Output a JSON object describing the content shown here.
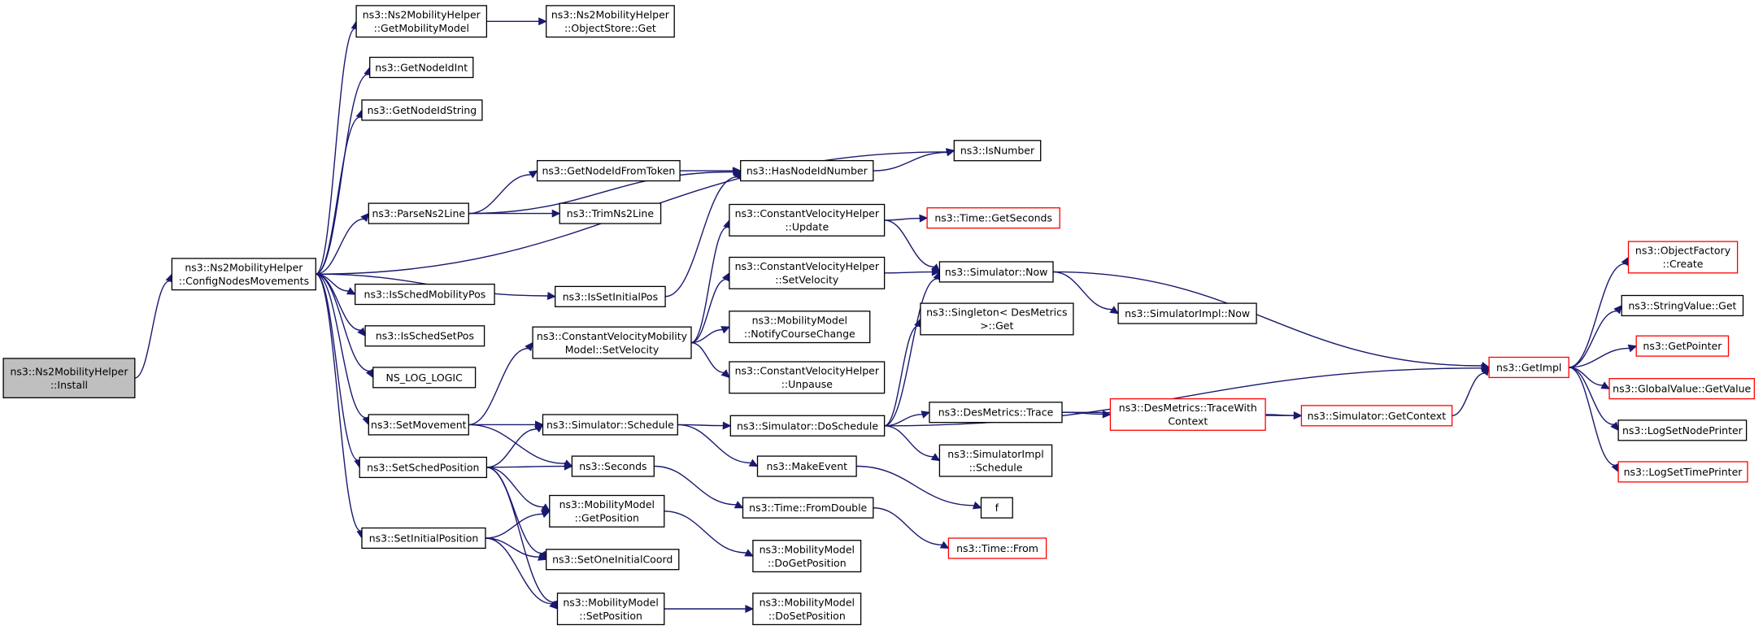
{
  "colors": {
    "edge": "#191970",
    "node_border": "#000000",
    "node_border_truncated": "#ff0000",
    "root_fill": "#bfbfbf",
    "node_fill": "#ffffff"
  },
  "nodes": {
    "install": {
      "lines": [
        "ns3::Ns2MobilityHelper",
        "::Install"
      ],
      "root": true
    },
    "confignodes": {
      "lines": [
        "ns3::Ns2MobilityHelper",
        "::ConfigNodesMovements"
      ]
    },
    "getmobilitymodel": {
      "lines": [
        "ns3::Ns2MobilityHelper",
        "::GetMobilityModel"
      ]
    },
    "objectstoreget": {
      "lines": [
        "ns3::Ns2MobilityHelper",
        "::ObjectStore::Get"
      ]
    },
    "getnodeidint": {
      "lines": [
        "ns3::GetNodeIdInt"
      ]
    },
    "getnodeidstring": {
      "lines": [
        "ns3::GetNodeIdString"
      ]
    },
    "isnumber": {
      "lines": [
        "ns3::IsNumber"
      ]
    },
    "getnodeidfromtoken": {
      "lines": [
        "ns3::GetNodeIdFromToken"
      ]
    },
    "hasnodeidnumber": {
      "lines": [
        "ns3::HasNodeIdNumber"
      ]
    },
    "parsens2line": {
      "lines": [
        "ns3::ParseNs2Line"
      ]
    },
    "trimns2line": {
      "lines": [
        "ns3::TrimNs2Line"
      ]
    },
    "cvhupdate": {
      "lines": [
        "ns3::ConstantVelocityHelper",
        "::Update"
      ]
    },
    "timegetseconds": {
      "lines": [
        "ns3::Time::GetSeconds"
      ],
      "truncated": true
    },
    "cvhsetvelocity": {
      "lines": [
        "ns3::ConstantVelocityHelper",
        "::SetVelocity"
      ]
    },
    "simnow": {
      "lines": [
        "ns3::Simulator::Now"
      ]
    },
    "issetinitialpos": {
      "lines": [
        "ns3::IsSetInitialPos"
      ]
    },
    "isschedmobilitypos": {
      "lines": [
        "ns3::IsSchedMobilityPos"
      ]
    },
    "isschedsetpos": {
      "lines": [
        "ns3::IsSchedSetPos"
      ]
    },
    "nsloglogic": {
      "lines": [
        "NS_LOG_LOGIC"
      ]
    },
    "cvmmsetvelocity": {
      "lines": [
        "ns3::ConstantVelocityMobility",
        "Model::SetVelocity"
      ]
    },
    "mmnotify": {
      "lines": [
        "ns3::MobilityModel",
        "::NotifyCourseChange"
      ]
    },
    "cvhunpause": {
      "lines": [
        "ns3::ConstantVelocityHelper",
        "::Unpause"
      ]
    },
    "simimplnow": {
      "lines": [
        "ns3::SimulatorImpl::Now"
      ]
    },
    "singletonget": {
      "lines": [
        "ns3::Singleton< DesMetrics",
        ">::Get"
      ]
    },
    "objectfactorycreate": {
      "lines": [
        "ns3::ObjectFactory",
        "::Create"
      ],
      "truncated": true
    },
    "stringvalueget": {
      "lines": [
        "ns3::StringValue::Get"
      ]
    },
    "getpointer": {
      "lines": [
        "ns3::GetPointer"
      ],
      "truncated": true
    },
    "getimpl": {
      "lines": [
        "ns3::GetImpl"
      ],
      "truncated": true
    },
    "globalvaluegetvalue": {
      "lines": [
        "ns3::GlobalValue::GetValue"
      ],
      "truncated": true
    },
    "lognodeprinter": {
      "lines": [
        "ns3::LogSetNodePrinter"
      ]
    },
    "logtimeprinter": {
      "lines": [
        "ns3::LogSetTimePrinter"
      ],
      "truncated": true
    },
    "setmovement": {
      "lines": [
        "ns3::SetMovement"
      ]
    },
    "simschedule": {
      "lines": [
        "ns3::Simulator::Schedule"
      ]
    },
    "simdoschedule": {
      "lines": [
        "ns3::Simulator::DoSchedule"
      ]
    },
    "desmetricstrace": {
      "lines": [
        "ns3::DesMetrics::Trace"
      ]
    },
    "tracewithcontext": {
      "lines": [
        "ns3::DesMetrics::TraceWith",
        "Context"
      ],
      "truncated": true
    },
    "simgetcontext": {
      "lines": [
        "ns3::Simulator::GetContext"
      ],
      "truncated": true
    },
    "setschedposition": {
      "lines": [
        "ns3::SetSchedPosition"
      ]
    },
    "seconds": {
      "lines": [
        "ns3::Seconds"
      ]
    },
    "makeevent": {
      "lines": [
        "ns3::MakeEvent"
      ]
    },
    "simimplschedule": {
      "lines": [
        "ns3::SimulatorImpl",
        "::Schedule"
      ]
    },
    "f": {
      "lines": [
        "f"
      ]
    },
    "timefromdouble": {
      "lines": [
        "ns3::Time::FromDouble"
      ]
    },
    "mmgetposition": {
      "lines": [
        "ns3::MobilityModel",
        "::GetPosition"
      ]
    },
    "setinitialposition": {
      "lines": [
        "ns3::SetInitialPosition"
      ]
    },
    "timefrom": {
      "lines": [
        "ns3::Time::From"
      ],
      "truncated": true
    },
    "setoneinitialcoord": {
      "lines": [
        "ns3::SetOneInitialCoord"
      ]
    },
    "mmdogetposition": {
      "lines": [
        "ns3::MobilityModel",
        "::DoGetPosition"
      ]
    },
    "mmsetposition": {
      "lines": [
        "ns3::MobilityModel",
        "::SetPosition"
      ]
    },
    "mmdosetposition": {
      "lines": [
        "ns3::MobilityModel",
        "::DoSetPosition"
      ]
    }
  },
  "edges": [
    [
      "install",
      "confignodes"
    ],
    [
      "confignodes",
      "getmobilitymodel"
    ],
    [
      "getmobilitymodel",
      "objectstoreget"
    ],
    [
      "confignodes",
      "getnodeidint"
    ],
    [
      "confignodes",
      "getnodeidstring"
    ],
    [
      "confignodes",
      "isnumber"
    ],
    [
      "confignodes",
      "parsens2line"
    ],
    [
      "parsens2line",
      "getnodeidfromtoken"
    ],
    [
      "parsens2line",
      "trimns2line"
    ],
    [
      "parsens2line",
      "hasnodeidnumber"
    ],
    [
      "getnodeidfromtoken",
      "hasnodeidnumber"
    ],
    [
      "hasnodeidnumber",
      "isnumber"
    ],
    [
      "confignodes",
      "issetinitialpos"
    ],
    [
      "issetinitialpos",
      "hasnodeidnumber"
    ],
    [
      "confignodes",
      "isschedmobilitypos"
    ],
    [
      "confignodes",
      "isschedsetpos"
    ],
    [
      "confignodes",
      "nsloglogic"
    ],
    [
      "confignodes",
      "setmovement"
    ],
    [
      "confignodes",
      "setschedposition"
    ],
    [
      "confignodes",
      "setinitialposition"
    ],
    [
      "setmovement",
      "cvmmsetvelocity"
    ],
    [
      "setmovement",
      "simschedule"
    ],
    [
      "setmovement",
      "seconds"
    ],
    [
      "cvmmsetvelocity",
      "cvhupdate"
    ],
    [
      "cvmmsetvelocity",
      "cvhsetvelocity"
    ],
    [
      "cvmmsetvelocity",
      "mmnotify"
    ],
    [
      "cvmmsetvelocity",
      "cvhunpause"
    ],
    [
      "cvhupdate",
      "timegetseconds"
    ],
    [
      "cvhupdate",
      "simnow"
    ],
    [
      "cvhsetvelocity",
      "simnow"
    ],
    [
      "simnow",
      "simimplnow"
    ],
    [
      "simnow",
      "getimpl"
    ],
    [
      "simschedule",
      "simdoschedule"
    ],
    [
      "simschedule",
      "makeevent"
    ],
    [
      "simdoschedule",
      "simnow"
    ],
    [
      "simdoschedule",
      "singletonget"
    ],
    [
      "simdoschedule",
      "getimpl"
    ],
    [
      "simdoschedule",
      "desmetricstrace"
    ],
    [
      "simdoschedule",
      "simimplschedule"
    ],
    [
      "desmetricstrace",
      "tracewithcontext"
    ],
    [
      "desmetricstrace",
      "simgetcontext"
    ],
    [
      "tracewithcontext",
      "simgetcontext"
    ],
    [
      "simgetcontext",
      "getimpl"
    ],
    [
      "getimpl",
      "objectfactorycreate"
    ],
    [
      "getimpl",
      "stringvalueget"
    ],
    [
      "getimpl",
      "getpointer"
    ],
    [
      "getimpl",
      "globalvaluegetvalue"
    ],
    [
      "getimpl",
      "lognodeprinter"
    ],
    [
      "getimpl",
      "logtimeprinter"
    ],
    [
      "makeevent",
      "f"
    ],
    [
      "seconds",
      "timefromdouble"
    ],
    [
      "timefromdouble",
      "timefrom"
    ],
    [
      "setschedposition",
      "simschedule"
    ],
    [
      "setschedposition",
      "seconds"
    ],
    [
      "setschedposition",
      "mmgetposition"
    ],
    [
      "setschedposition",
      "setoneinitialcoord"
    ],
    [
      "setschedposition",
      "mmsetposition"
    ],
    [
      "setinitialposition",
      "mmgetposition"
    ],
    [
      "setinitialposition",
      "setoneinitialcoord"
    ],
    [
      "setinitialposition",
      "mmsetposition"
    ],
    [
      "mmgetposition",
      "mmdogetposition"
    ],
    [
      "mmsetposition",
      "mmdosetposition"
    ]
  ]
}
